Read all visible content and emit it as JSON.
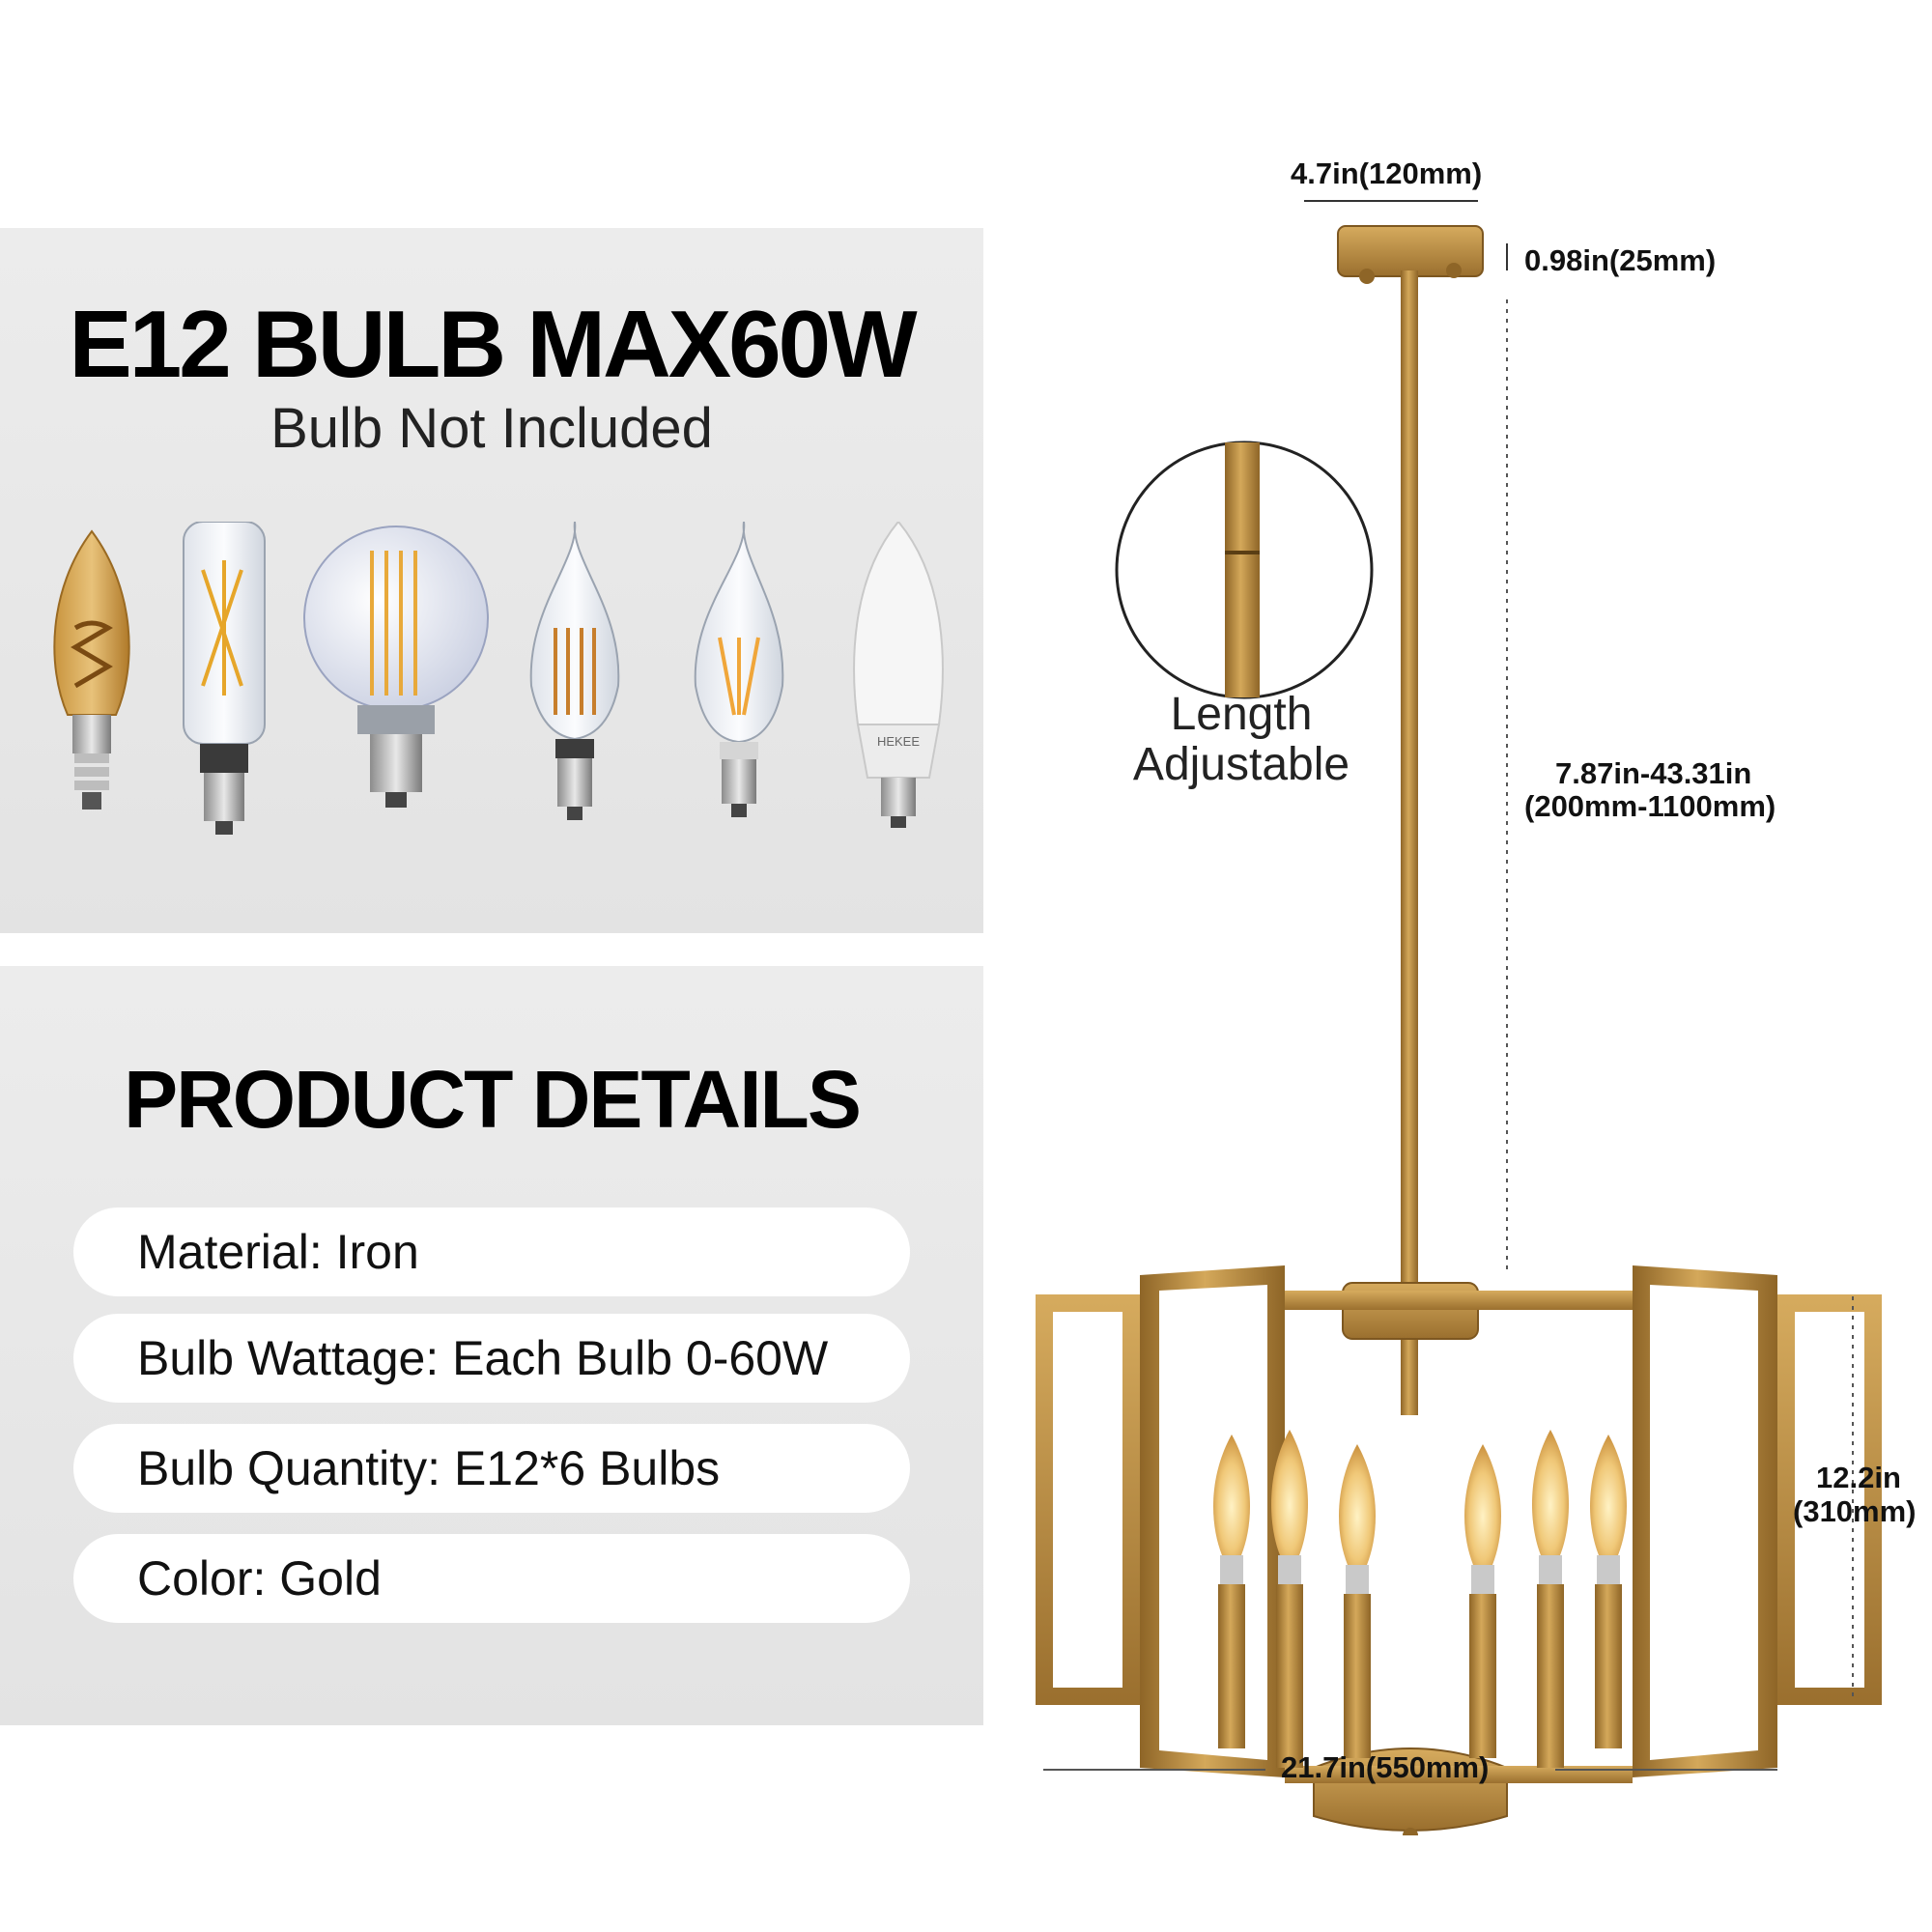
{
  "bulb_section": {
    "headline": "E12 BULB MAX60W",
    "subheadline": "Bulb Not Included",
    "bulb_brand_mark": "HEKEE"
  },
  "details_section": {
    "headline": "PRODUCT DETAILS",
    "items": [
      "Material: Iron",
      "Bulb Wattage: Each Bulb 0-60W",
      "Bulb Quantity: E12*6 Bulbs",
      "Color: Gold"
    ]
  },
  "dimensions": {
    "canopy_width": "4.7in(120mm)",
    "canopy_height": "0.98in(25mm)",
    "rod_length_in": "7.87in-43.31in",
    "rod_length_mm": "(200mm-1100mm)",
    "body_height_in": "12.2in",
    "body_height_mm": "(310mm)",
    "body_width": "21.7in(550mm)"
  },
  "callout": {
    "line1": "Length",
    "line2": "Adjustable"
  },
  "colors": {
    "gold": "#b8893f",
    "gold_dark": "#8e6527",
    "panel": "#e6e6e6",
    "pill": "#ffffff"
  }
}
